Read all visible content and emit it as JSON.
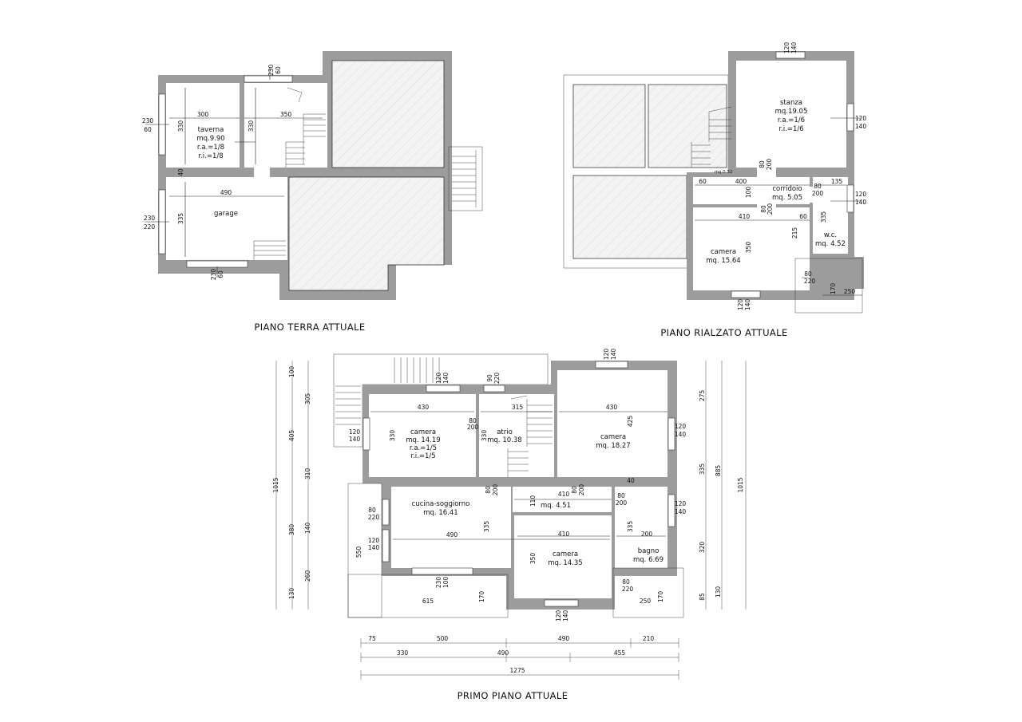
{
  "titles": {
    "ground": "PIANO TERRA ATTUALE",
    "raised": "PIANO RIALZATO ATTUALE",
    "first": "PRIMO PIANO ATTUALE"
  },
  "ground_floor": {
    "taverna": {
      "name": "taverna",
      "area": "mq.9.90",
      "ra": "r.a.=1/8",
      "ri": "r.i.=1/8"
    },
    "garage": {
      "name": "garage"
    },
    "dims": {
      "top_window": [
        "230",
        "60"
      ],
      "left_window_top": [
        "230",
        "60"
      ],
      "left_window_bottom": [
        "230",
        "220"
      ],
      "bottom_window": [
        "230",
        "60"
      ],
      "taverna_w": "300",
      "taverna_h": "330",
      "stair_w": "350",
      "stair_h": "330",
      "wall": "40",
      "garage_w": "490",
      "garage_h": "335"
    }
  },
  "raised_floor": {
    "stanza": {
      "name": "stanza",
      "area": "mq.19.05",
      "ra": "r.a.=1/6",
      "ri": "r.i.=1/6"
    },
    "corridoio": {
      "name": "corridoio",
      "area": "mq. 5.05"
    },
    "camera": {
      "name": "camera",
      "area": "mq. 15.64"
    },
    "wc": {
      "name": "w.c.",
      "area": "mq. 4.52"
    },
    "dims": {
      "top_window": [
        "120",
        "140"
      ],
      "right_window_top": [
        "120",
        "140"
      ],
      "right_window_bottom": [
        "120",
        "140"
      ],
      "bottom_window": [
        "120",
        "140"
      ],
      "door_stanza": [
        "80",
        "200"
      ],
      "door_wc": [
        "80",
        "200"
      ],
      "door_camera": [
        "80",
        "200"
      ],
      "door_balcony": [
        "80",
        "220"
      ],
      "small_area": "mq.0.32",
      "corr_left": "60",
      "corr_w": "400",
      "corr_h": "100",
      "wc_w": "135",
      "camera_w": "410",
      "camera_right": "60",
      "camera_h": "350",
      "corr_sub": "215",
      "wc_h": "335",
      "balcony_h": "170",
      "balcony_w": "250"
    }
  },
  "first_floor": {
    "camera1": {
      "name": "camera",
      "area": "mq. 14.19",
      "ra": "r.a.=1/5",
      "ri": "r.i.=1/5"
    },
    "atrio": {
      "name": "atrio",
      "area": "mq. 10.38"
    },
    "camera2": {
      "name": "camera",
      "area": "mq. 18.27"
    },
    "cucina": {
      "name": "cucina-soggiorno",
      "area": "mq. 16.41"
    },
    "disimpegno": {
      "area": "mq. 4.51"
    },
    "camera3": {
      "name": "camera",
      "area": "mq. 14.35"
    },
    "bagno": {
      "name": "bagno",
      "area": "mq. 6.69"
    },
    "dims": {
      "win_top_left": [
        "120",
        "140"
      ],
      "win_top_mid": [
        "90",
        "220"
      ],
      "win_top_right": [
        "120",
        "140"
      ],
      "win_left_cam": [
        "120",
        "140"
      ],
      "win_right_cam": [
        "120",
        "140"
      ],
      "door_cam": [
        "80",
        "200"
      ],
      "door_atrio": [
        "80",
        "200"
      ],
      "door_mid": [
        "80",
        "200"
      ],
      "door_cam2": [
        "80",
        "200"
      ],
      "door_bagno": [
        "80",
        "200"
      ],
      "win_cucina_left": [
        "80",
        "220"
      ],
      "win_cucina_left2": [
        "120",
        "140"
      ],
      "win_bagno": [
        "120",
        "140"
      ],
      "win_cucina_bottom": [
        "230",
        "100"
      ],
      "door_cam3": [
        "80",
        "220"
      ],
      "win_cam3": [
        "120",
        "140"
      ],
      "cam1_w": "430",
      "cam1_h": "330",
      "atrio_w": "315",
      "atrio_h": "330",
      "cam2_w": "430",
      "cam2_h": "425",
      "wall40": "40",
      "dis_w": "410",
      "dis_h": "110",
      "cucina_w": "490",
      "cucina_h": "335",
      "cam3_w": "410",
      "cam3_h": "350",
      "bagno_w": "200",
      "bagno_h": "335",
      "balc_w": "615",
      "balc_h": "170",
      "balc_h2": "550",
      "balc2_w": "250",
      "balc2_h": "170",
      "left_chain": [
        "100",
        "305",
        "405",
        "310",
        "380",
        "140",
        "260",
        "130"
      ],
      "left_total": "1015",
      "right_chain": [
        "275",
        "335",
        "320",
        "85",
        "130"
      ],
      "right_sub": "885",
      "right_total": "1015",
      "bottom_row1": [
        "75",
        "500",
        "490",
        "210"
      ],
      "bottom_row2": [
        "330",
        "490",
        "455"
      ],
      "bottom_total": "1275"
    }
  }
}
